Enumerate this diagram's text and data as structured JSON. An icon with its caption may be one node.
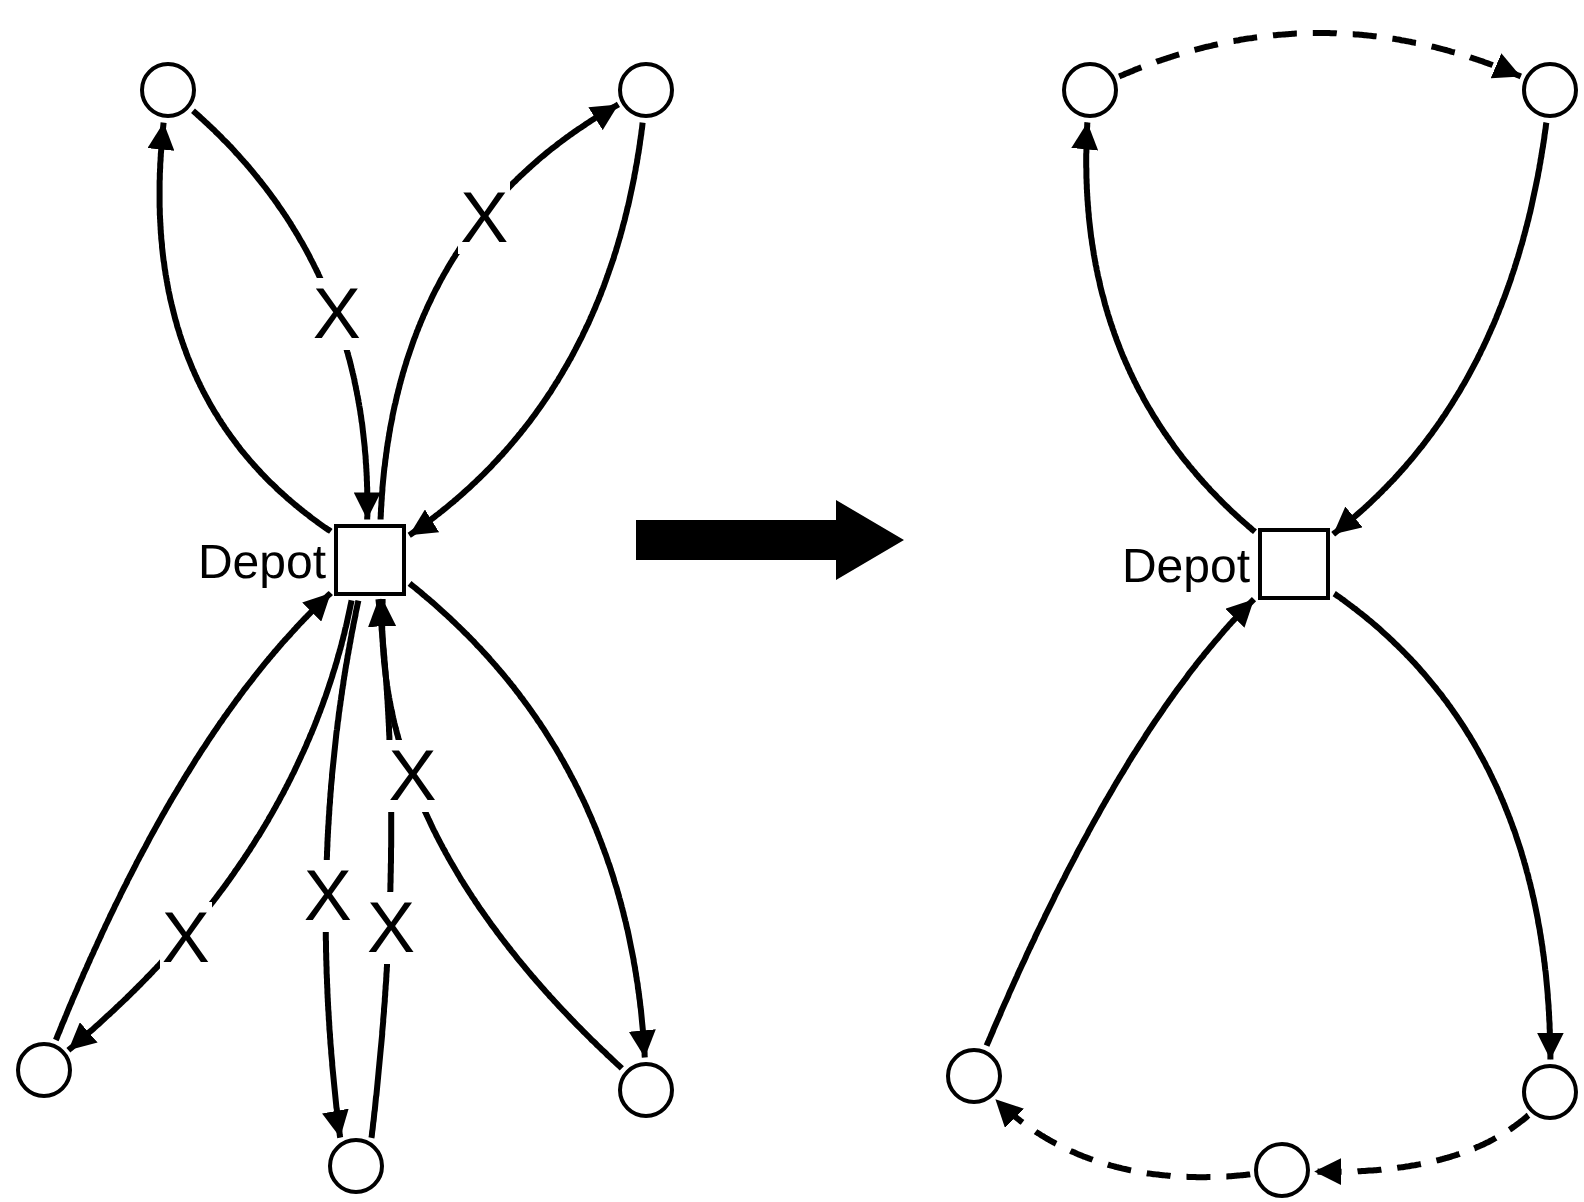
{
  "diagram": {
    "nodes": [
      {
        "text": [],
        "shape": "box",
        "beside": [
          "Depot"
        ]
      },
      {
        "text": [],
        "shape": "circle"
      },
      {
        "text": [],
        "shape": "circle"
      },
      {
        "text": [],
        "shape": "circle"
      },
      {
        "text": [],
        "shape": "circle"
      },
      {
        "text": [],
        "shape": "circle"
      },
      {
        "text": [],
        "shape": "box",
        "beside": [
          "Depot"
        ]
      },
      {
        "text": [],
        "shape": "circle"
      },
      {
        "text": [],
        "shape": "circle"
      },
      {
        "text": [],
        "shape": "circle"
      },
      {
        "text": [],
        "shape": "circle"
      },
      {
        "text": [],
        "shape": "circle"
      }
    ],
    "edges": [
      {
        "from": 0,
        "to": 1,
        "arrow": "to"
      },
      {
        "from": 1,
        "to": 0,
        "arrow": "to",
        "label": "X"
      },
      {
        "from": 0,
        "to": 2,
        "arrow": "to",
        "label": "X"
      },
      {
        "from": 2,
        "to": 0,
        "arrow": "to"
      },
      {
        "from": 3,
        "to": 0,
        "arrow": "to"
      },
      {
        "from": 0,
        "to": 3,
        "arrow": "to",
        "label": "X"
      },
      {
        "from": 0,
        "to": 4,
        "arrow": "to",
        "label": "X"
      },
      {
        "from": 4,
        "to": 0,
        "arrow": "to",
        "label": "X"
      },
      {
        "from": 5,
        "to": 0,
        "arrow": "to",
        "label": "X"
      },
      {
        "from": 0,
        "to": 5,
        "arrow": "to"
      },
      {
        "from": 6,
        "to": 7,
        "arrow": "to"
      },
      {
        "from": 7,
        "to": 8,
        "arrow": "to",
        "style": "dashed"
      },
      {
        "from": 8,
        "to": 6,
        "arrow": "to"
      },
      {
        "from": 6,
        "to": 11,
        "arrow": "to"
      },
      {
        "from": 11,
        "to": 10,
        "arrow": "to",
        "style": "dashed"
      },
      {
        "from": 10,
        "to": 9,
        "arrow": "to",
        "style": "dashed"
      },
      {
        "from": 9,
        "to": 6,
        "arrow": "to"
      }
    ]
  }
}
